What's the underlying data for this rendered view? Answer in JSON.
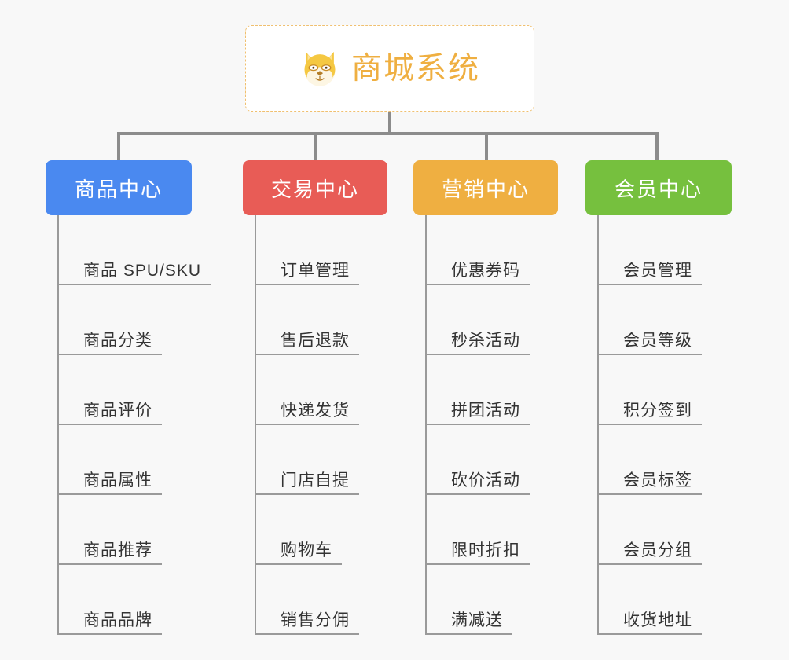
{
  "diagram": {
    "type": "org-chart",
    "background_color": "#f8f8f8",
    "root": {
      "title": "商城系统",
      "icon": "shiba-dog-icon",
      "text_color": "#efaf41",
      "border_style": "dashed",
      "border_color": "#f0c070",
      "background_color": "#ffffff"
    },
    "categories": [
      {
        "label": "商品中心",
        "color": "#4a89f0",
        "items": [
          "商品 SPU/SKU",
          "商品分类",
          "商品评价",
          "商品属性",
          "商品推荐",
          "商品品牌"
        ]
      },
      {
        "label": "交易中心",
        "color": "#e85c56",
        "items": [
          "订单管理",
          "售后退款",
          "快递发货",
          "门店自提",
          "购物车",
          "销售分佣"
        ]
      },
      {
        "label": "营销中心",
        "color": "#efaf41",
        "items": [
          "优惠券码",
          "秒杀活动",
          "拼团活动",
          "砍价活动",
          "限时折扣",
          "满减送"
        ]
      },
      {
        "label": "会员中心",
        "color": "#76c03e",
        "items": [
          "会员管理",
          "会员等级",
          "积分签到",
          "会员标签",
          "会员分组",
          "收货地址"
        ]
      }
    ],
    "connector_color": "#8c8c8c",
    "leaf_line_color": "#9a9a9a",
    "leaf_text_color": "#333333"
  }
}
